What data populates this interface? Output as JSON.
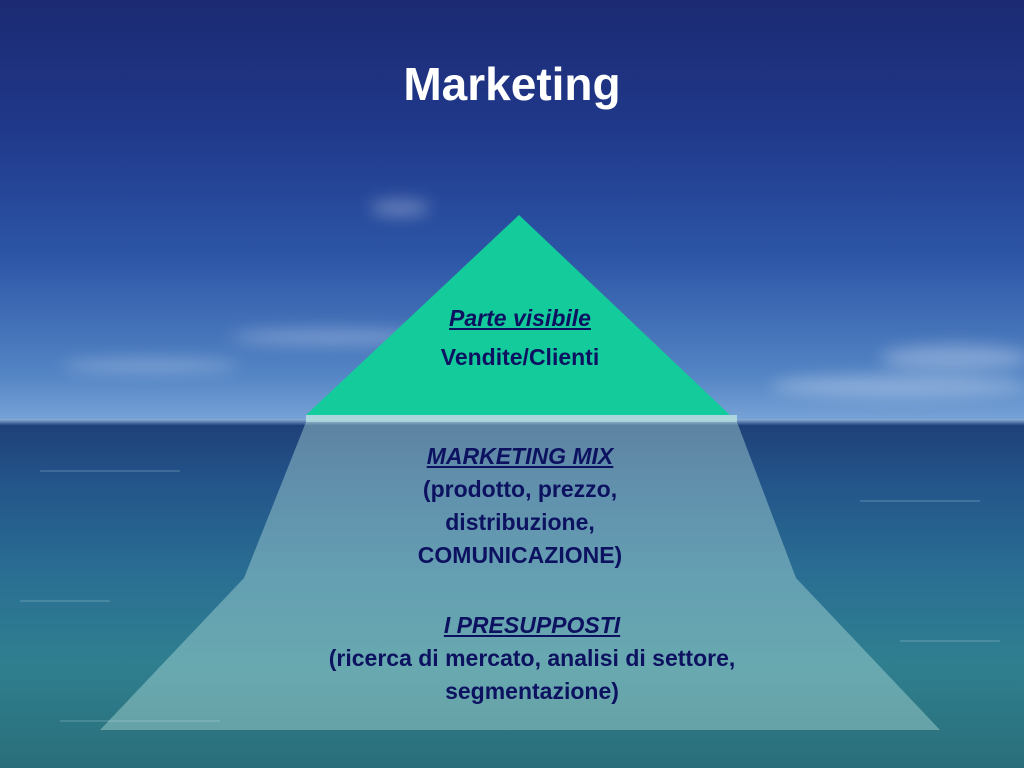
{
  "title": "Marketing",
  "tiers": [
    {
      "heading": "Parte visibile",
      "lines": [
        "Vendite/Clienti"
      ],
      "color": "#14cb9b"
    },
    {
      "heading": "MARKETING MIX",
      "lines": [
        "(prodotto, prezzo,",
        "distribuzione,",
        "COMUNICAZIONE)"
      ],
      "color": "#bfe8e0"
    },
    {
      "heading": "I PRESUPPOSTI",
      "lines": [
        "(ricerca di mercato, analisi di settore,",
        "segmentazione)"
      ],
      "color": "#bfe8e0"
    }
  ],
  "colors": {
    "text_dark": "#0c1260",
    "text_title": "#ffffff"
  }
}
